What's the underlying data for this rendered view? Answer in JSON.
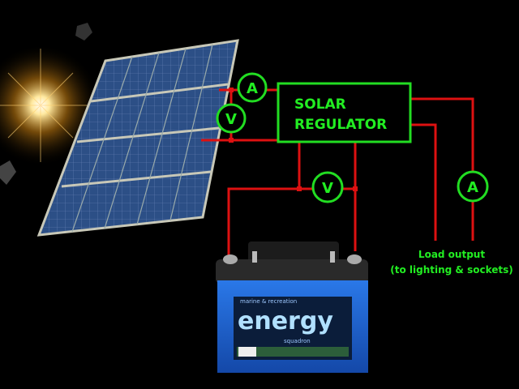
{
  "regulator": {
    "line1": "SOLAR",
    "line2": "REGULATOR"
  },
  "meters": {
    "panel_ammeter": "A",
    "panel_voltmeter": "V",
    "battery_voltmeter": "V",
    "load_ammeter": "A"
  },
  "load": {
    "line1": "Load output",
    "line2": "(to lighting & sockets)"
  },
  "battery": {
    "brand_top": "marine & recreation",
    "brand": "energy",
    "sub": "squadron"
  },
  "colors": {
    "wire": "#dd1111",
    "label": "#22ee22",
    "battery": "#1a5fd0"
  }
}
